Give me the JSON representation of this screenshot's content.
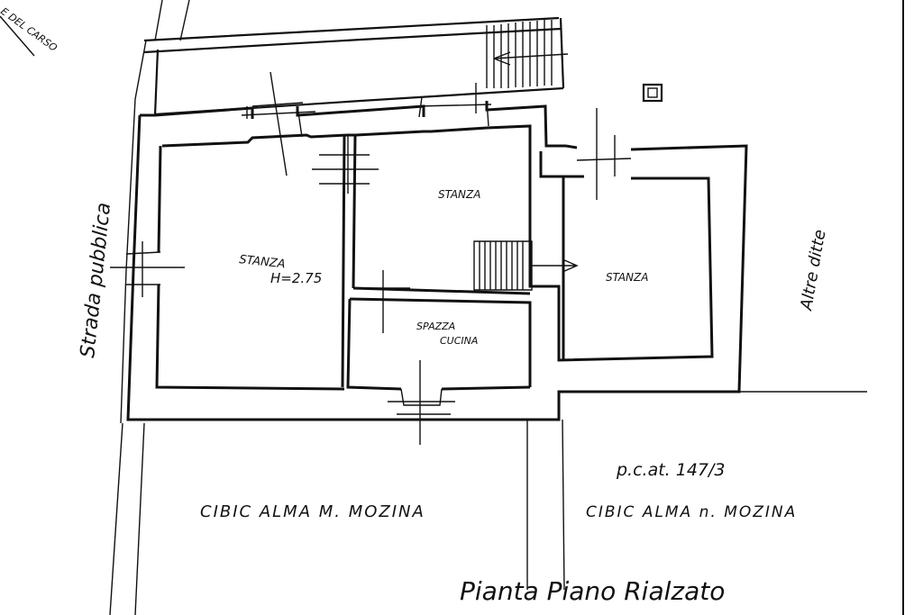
{
  "plan": {
    "corner_note": "E DEL CARSO",
    "road_left": "Strada pubblica",
    "road_right": "Altre ditte",
    "rooms": {
      "stanza_main": "STANZA",
      "stanza_main_height": "H=2.75",
      "stanza_top": "STANZA",
      "stanza_right": "STANZA",
      "spazza_cucina_1": "SPAZZA",
      "spazza_cucina_2": "CUCINA"
    },
    "parcel": "p.c.at. 147/3",
    "owner_left": "CIBIC ALMA M. MOZINA",
    "owner_right": "CIBIC ALMA n. MOZINA",
    "plan_title": "Pianta Piano Rialzato"
  }
}
